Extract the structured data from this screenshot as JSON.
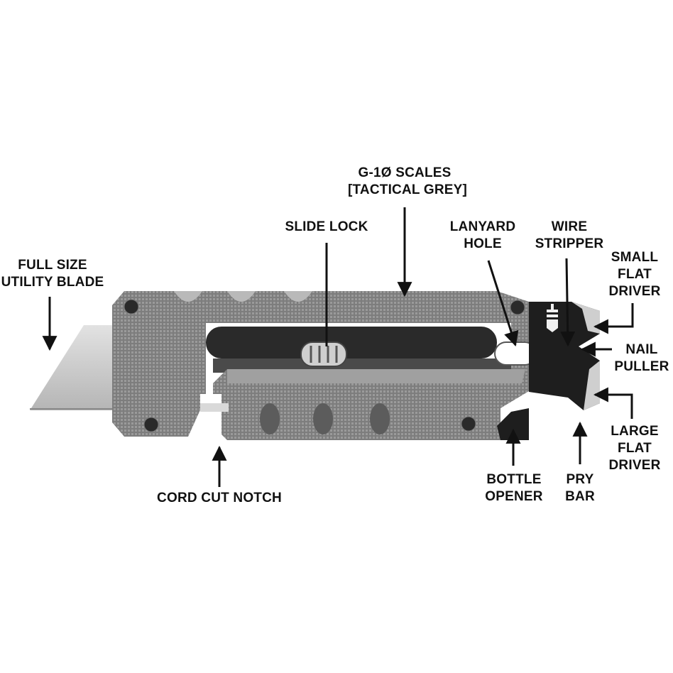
{
  "diagram": {
    "subject": "Multi-tool utility knife",
    "colors": {
      "background": "#ffffff",
      "scale_grey": "#8a8a8a",
      "scale_dark": "#5a5a5a",
      "blade": "#c9c9c9",
      "steel_dark": "#1e1e1e",
      "text": "#111111"
    },
    "labels": {
      "blade": [
        "FULL SIZE",
        "UTILITY BLADE"
      ],
      "slide_lock": [
        "SLIDE LOCK"
      ],
      "scales": [
        "G-1Ø SCALES",
        "[TACTICAL GREY]"
      ],
      "lanyard": [
        "LANYARD",
        "HOLE"
      ],
      "wire_stripper": [
        "WIRE",
        "STRIPPER"
      ],
      "small_driver": [
        "SMALL",
        "FLAT",
        "DRIVER"
      ],
      "nail_puller": [
        "NAIL",
        "PULLER"
      ],
      "large_driver": [
        "LARGE",
        "FLAT",
        "DRIVER"
      ],
      "pry_bar": [
        "PRY",
        "BAR"
      ],
      "bottle_opener": [
        "BOTTLE",
        "OPENER"
      ],
      "cord_notch": [
        "CORD CUT NOTCH"
      ]
    }
  }
}
